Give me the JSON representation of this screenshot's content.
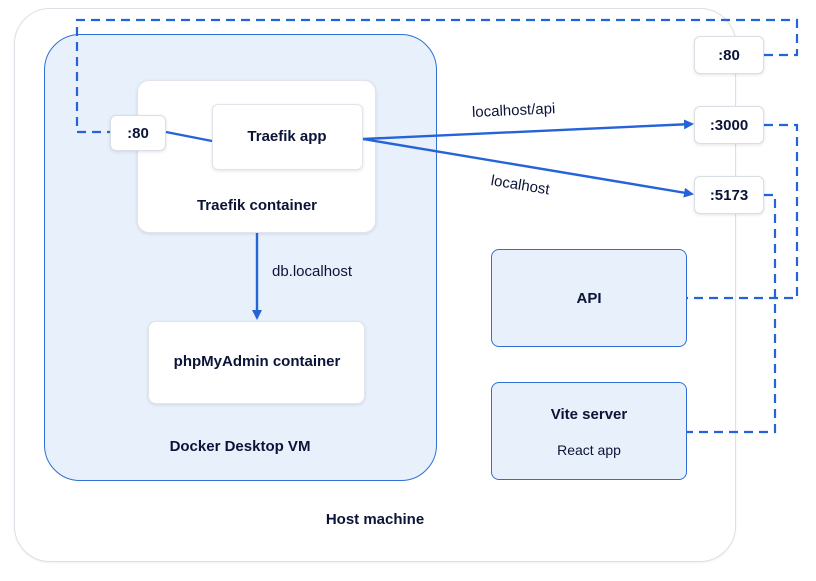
{
  "host": {
    "label": "Host machine"
  },
  "vm": {
    "label": "Docker Desktop VM"
  },
  "traefik": {
    "container_label": "Traefik container",
    "app_label": "Traefik app"
  },
  "phpmyadmin": {
    "label": "phpMyAdmin container"
  },
  "ports": {
    "vm_port": ":80",
    "host_80": ":80",
    "host_3000": ":3000",
    "host_5173": ":5173"
  },
  "services": {
    "api_label": "API",
    "vite_label": "Vite server",
    "vite_sub": "React app"
  },
  "edges": {
    "api_route": "localhost/api",
    "front_route": "localhost",
    "db_route": "db.localhost"
  },
  "colors": {
    "accent": "#2563d9",
    "panel_fill": "#e8f1fb",
    "text": "#0b1437"
  }
}
